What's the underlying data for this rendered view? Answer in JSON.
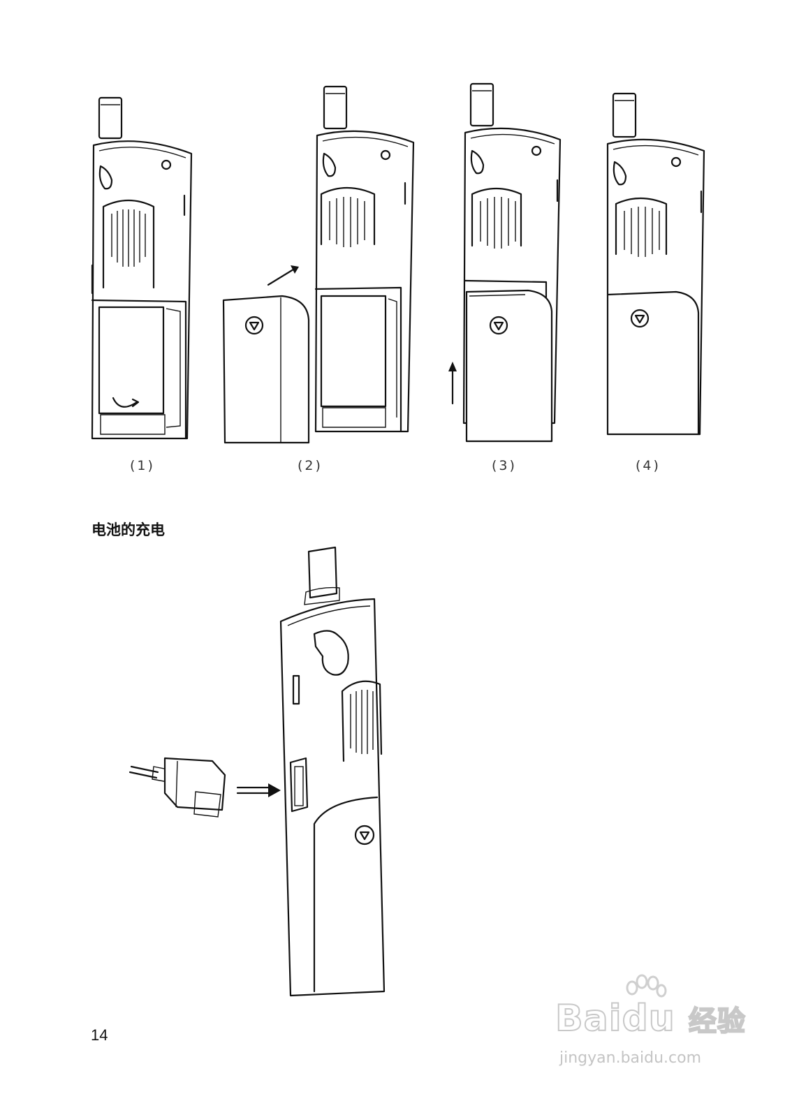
{
  "captions": [
    "(1)",
    "(2)",
    "(3)",
    "(4)"
  ],
  "section_heading": "电池的充电",
  "page_number": "14",
  "watermark": {
    "brand": "Bai",
    "brand_du": "du",
    "product": "经验",
    "url": "jingyan.baidu.com"
  }
}
